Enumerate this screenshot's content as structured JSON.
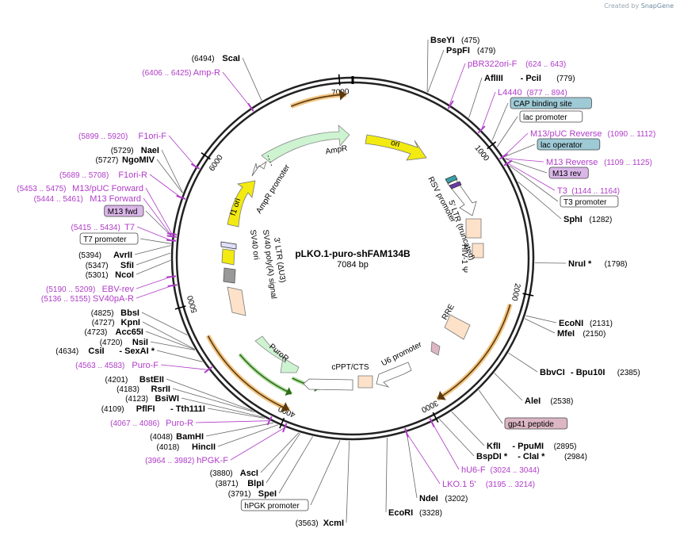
{
  "brand": {
    "prefix": "Created by",
    "name": "SnapGene"
  },
  "plasmid": {
    "name": "pLKO.1-puro-shFAM134B",
    "length_label": "7084 bp",
    "length": 7084
  },
  "colors": {
    "enzyme": "#000000",
    "primer": "#b03cc8",
    "cap": "#9ecad6",
    "gp41": "#dcb6c4",
    "m13rev": "#dab6e8",
    "orange": "#e8961e",
    "green": "#4a9a2e"
  },
  "ticks": [
    "1000",
    "2000",
    "3000",
    "4000",
    "5000",
    "6000",
    "7000"
  ],
  "labels": [
    {
      "id": "bseyi",
      "kind": "enzyme",
      "name": "BseYI",
      "pos": "(475)"
    },
    {
      "id": "pspfi",
      "kind": "enzyme",
      "name": "PspFI",
      "pos": "(479)"
    },
    {
      "id": "pbr322",
      "kind": "primer",
      "name": "pBR322ori-F",
      "pos": "(624 .. 643)"
    },
    {
      "id": "afliii",
      "kind": "enzyme",
      "name": "AflIII",
      "name2": "- PciI",
      "pos": "(779)"
    },
    {
      "id": "l4440",
      "kind": "primer",
      "name": "L4440",
      "pos": "(877 .. 894)"
    },
    {
      "id": "cap",
      "kind": "feature-box",
      "name": "CAP binding site"
    },
    {
      "id": "lacprom",
      "kind": "feature-box",
      "name": "lac promoter"
    },
    {
      "id": "m13pucrev",
      "kind": "primer",
      "name": "M13/pUC Reverse",
      "pos": "(1090 .. 1112)"
    },
    {
      "id": "lacop",
      "kind": "feature-box",
      "name": "lac operator"
    },
    {
      "id": "m13reverse",
      "kind": "primer",
      "name": "M13 Reverse",
      "pos": "(1109 .. 1125)"
    },
    {
      "id": "m13rev",
      "kind": "feature-box",
      "name": "M13 rev"
    },
    {
      "id": "t3",
      "kind": "primer",
      "name": "T3",
      "pos": "(1144 .. 1164)"
    },
    {
      "id": "t3prom",
      "kind": "feature-box",
      "name": "T3 promoter"
    },
    {
      "id": "sphi",
      "kind": "enzyme",
      "name": "SphI",
      "pos": "(1282)"
    },
    {
      "id": "nrui",
      "kind": "enzyme",
      "name": "NruI *",
      "pos": "(1798)"
    },
    {
      "id": "econi",
      "kind": "enzyme",
      "name": "EcoNI",
      "pos": "(2131)"
    },
    {
      "id": "mfei",
      "kind": "enzyme",
      "name": "MfeI",
      "pos": "(2150)"
    },
    {
      "id": "bbvci",
      "kind": "enzyme",
      "name": "BbvCI",
      "name2": "- Bpu10I",
      "pos": "(2385)"
    },
    {
      "id": "alei",
      "kind": "enzyme",
      "name": "AleI",
      "pos": "(2538)"
    },
    {
      "id": "gp41",
      "kind": "feature-box",
      "name": "gp41 peptide"
    },
    {
      "id": "kfli",
      "kind": "enzyme",
      "name": "KflI",
      "name2": "- PpuMI",
      "pos": "(2895)"
    },
    {
      "id": "bspdi",
      "kind": "enzyme",
      "name": "BspDI *",
      "name2": "- ClaI *",
      "pos": "(2984)"
    },
    {
      "id": "hu6f",
      "kind": "primer",
      "name": "hU6-F",
      "pos": "(3024 .. 3044)"
    },
    {
      "id": "lko15",
      "kind": "primer",
      "name": "LKO.1 5'",
      "pos": "(3195 .. 3214)"
    },
    {
      "id": "ndei",
      "kind": "enzyme",
      "name": "NdeI",
      "pos": "(3202)"
    },
    {
      "id": "ecori",
      "kind": "enzyme",
      "name": "EcoRI",
      "pos": "(3328)"
    },
    {
      "id": "xcmi",
      "kind": "enzyme",
      "name": "XcmI",
      "pos": "(3563)"
    },
    {
      "id": "hpgkprom",
      "kind": "feature-box",
      "name": "hPGK promoter"
    },
    {
      "id": "spei",
      "kind": "enzyme",
      "name": "SpeI",
      "pos": "(3791)"
    },
    {
      "id": "blpi",
      "kind": "enzyme",
      "name": "BlpI",
      "pos": "(3871)"
    },
    {
      "id": "asci",
      "kind": "enzyme",
      "name": "AscI",
      "pos": "(3880)"
    },
    {
      "id": "hpgkf",
      "kind": "primer",
      "name": "hPGK-F",
      "pos": "(3964 .. 3982)"
    },
    {
      "id": "hincii",
      "kind": "enzyme",
      "name": "HincII",
      "pos": "(4018)"
    },
    {
      "id": "bamhi",
      "kind": "enzyme",
      "name": "BamHI",
      "pos": "(4048)"
    },
    {
      "id": "puror",
      "kind": "primer",
      "name": "Puro-R",
      "pos": "(4067 .. 4086)"
    },
    {
      "id": "pflfi",
      "kind": "enzyme",
      "name": "PflFI",
      "name2": "- Tth111I",
      "pos": "(4109)"
    },
    {
      "id": "bsiwi",
      "kind": "enzyme",
      "name": "BsiWI",
      "pos": "(4123)"
    },
    {
      "id": "rsrii",
      "kind": "enzyme",
      "name": "RsrII",
      "pos": "(4183)"
    },
    {
      "id": "bsteii",
      "kind": "enzyme",
      "name": "BstEII",
      "pos": "(4201)"
    },
    {
      "id": "purof",
      "kind": "primer",
      "name": "Puro-F",
      "pos": "(4563 .. 4583)"
    },
    {
      "id": "csii",
      "kind": "enzyme",
      "name": "CsiI",
      "name2": "- SexAI *",
      "pos": "(4634)"
    },
    {
      "id": "nsii",
      "kind": "enzyme",
      "name": "NsiI",
      "pos": "(4720)"
    },
    {
      "id": "acc65i",
      "kind": "enzyme",
      "name": "Acc65I",
      "pos": "(4723)"
    },
    {
      "id": "kpni",
      "kind": "enzyme",
      "name": "KpnI",
      "pos": "(4727)"
    },
    {
      "id": "bbsi",
      "kind": "enzyme",
      "name": "BbsI",
      "pos": "(4825)"
    },
    {
      "id": "sv40pa",
      "kind": "primer",
      "name": "SV40pA-R",
      "pos": "(5136 .. 5155)"
    },
    {
      "id": "ebvrev",
      "kind": "primer",
      "name": "EBV-rev",
      "pos": "(5190 .. 5209)"
    },
    {
      "id": "ncoi",
      "kind": "enzyme",
      "name": "NcoI",
      "pos": "(5301)"
    },
    {
      "id": "sfii",
      "kind": "enzyme",
      "name": "SfiI",
      "pos": "(5347)"
    },
    {
      "id": "avrii",
      "kind": "enzyme",
      "name": "AvrII",
      "pos": "(5394)"
    },
    {
      "id": "t7prom",
      "kind": "feature-box",
      "name": "T7 promoter"
    },
    {
      "id": "t7",
      "kind": "primer",
      "name": "T7",
      "pos": "(5415 .. 5434)"
    },
    {
      "id": "m13fwdbox",
      "kind": "feature-box",
      "name": "M13 fwd"
    },
    {
      "id": "m13forward",
      "kind": "primer",
      "name": "M13 Forward",
      "pos": "(5444 .. 5461)"
    },
    {
      "id": "m13pucfwd",
      "kind": "primer",
      "name": "M13/pUC Forward",
      "pos": "(5453 .. 5475)"
    },
    {
      "id": "f1orir",
      "kind": "primer",
      "name": "F1ori-R",
      "pos": "(5689 .. 5708)"
    },
    {
      "id": "ngomiv",
      "kind": "enzyme",
      "name": "NgoMIV",
      "pos": "(5727)"
    },
    {
      "id": "naei",
      "kind": "enzyme",
      "name": "NaeI",
      "pos": "(5729)"
    },
    {
      "id": "f1orif",
      "kind": "primer",
      "name": "F1ori-F",
      "pos": "(5899 .. 5920)"
    },
    {
      "id": "ampr_p",
      "kind": "primer",
      "name": "Amp-R",
      "pos": "(6406 .. 6425)"
    },
    {
      "id": "scai",
      "kind": "enzyme",
      "name": "ScaI",
      "pos": "(6494)"
    }
  ],
  "features": [
    {
      "id": "ori",
      "name": "ori"
    },
    {
      "id": "ampr",
      "name": "AmpR"
    },
    {
      "id": "amprprom",
      "name": "AmpR promoter"
    },
    {
      "id": "f1ori",
      "name": "f1 ori"
    },
    {
      "id": "sv40ori",
      "name": "SV40 ori"
    },
    {
      "id": "sv40polya",
      "name": "SV40 poly(A) signal"
    },
    {
      "id": "ltr3",
      "name": "3' LTR (ΔU3)"
    },
    {
      "id": "puroR",
      "name": "PuroR"
    },
    {
      "id": "cppt",
      "name": "cPPT/CTS"
    },
    {
      "id": "u6prom",
      "name": "U6 promoter"
    },
    {
      "id": "rre",
      "name": "RRE"
    },
    {
      "id": "hiv1psi",
      "name": "HIV-1 Ψ"
    },
    {
      "id": "ltr5",
      "name": "5' LTR (truncated)"
    },
    {
      "id": "rsvprom",
      "name": "RSV promoter"
    }
  ]
}
